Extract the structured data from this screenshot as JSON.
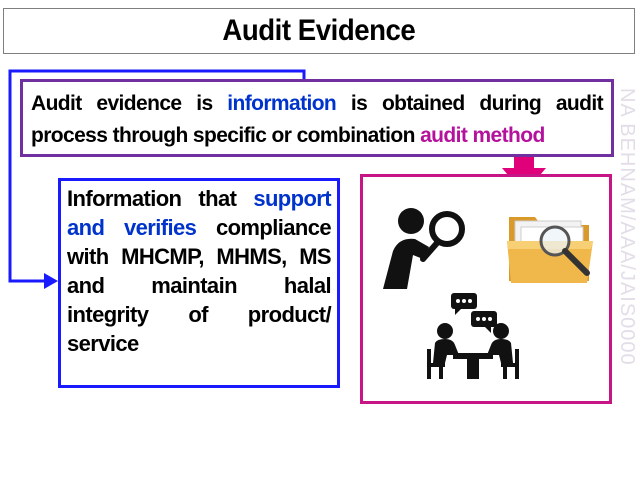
{
  "title": "Audit Evidence",
  "definition": {
    "part1": "Audit evidence is ",
    "highlight1": "information",
    "part2": " is obtained during audit process through specific or combination ",
    "highlight2": "audit method"
  },
  "info": {
    "part1": "Information that ",
    "highlight": "support and verifies",
    "part2": " compliance with MHCMP, MHMS, MS and maintain halal integrity of product/ service"
  },
  "watermark": "NA BEHNAM/AAA/JAIS0000",
  "icons": {
    "investigator": "person-magnifier-icon",
    "folder": "folder-magnifier-icon",
    "meeting": "meeting-icon"
  },
  "colors": {
    "blue_accent": "#0033cc",
    "purple_accent": "#b4119d",
    "def_border": "#7030a0",
    "info_border": "#1a1aff",
    "method_border": "#c71585"
  }
}
